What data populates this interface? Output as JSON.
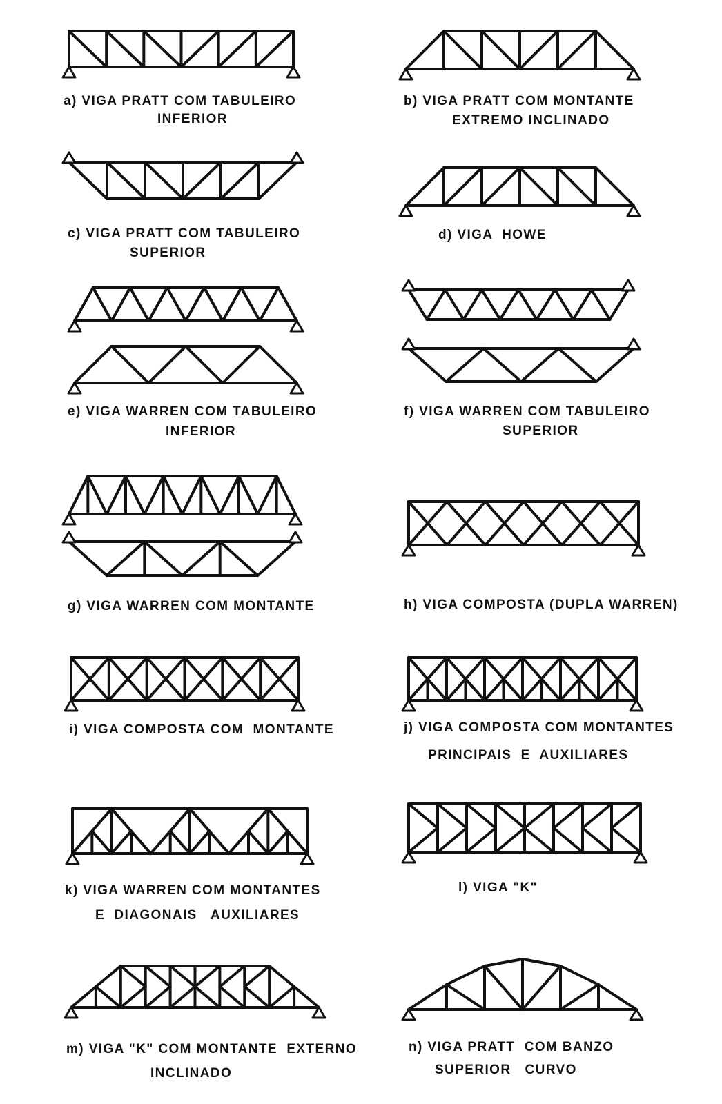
{
  "figures": [
    {
      "id": "a",
      "caption": [
        "a) VIGA PRATT COM TABULEIRO",
        "INFERIOR"
      ]
    },
    {
      "id": "b",
      "caption": [
        "b) VIGA PRATT COM MONTANTE",
        "EXTREMO INCLINADO"
      ]
    },
    {
      "id": "c",
      "caption": [
        "c) VIGA PRATT COM TABULEIRO",
        "SUPERIOR"
      ]
    },
    {
      "id": "d",
      "caption": [
        "d) VIGA  HOWE"
      ]
    },
    {
      "id": "e",
      "caption": [
        "e) VIGA WARREN COM TABULEIRO",
        "INFERIOR"
      ]
    },
    {
      "id": "f",
      "caption": [
        "f) VIGA WARREN COM TABULEIRO",
        "SUPERIOR"
      ]
    },
    {
      "id": "g",
      "caption": [
        "g) VIGA WARREN COM MONTANTE"
      ]
    },
    {
      "id": "h",
      "caption": [
        "h) VIGA COMPOSTA (DUPLA WARREN)"
      ]
    },
    {
      "id": "i",
      "caption": [
        "i) VIGA COMPOSTA COM  MONTANTE"
      ]
    },
    {
      "id": "j",
      "caption": [
        "j) VIGA COMPOSTA COM MONTANTES",
        "PRINCIPAIS  E  AUXILIARES"
      ]
    },
    {
      "id": "k",
      "caption": [
        "k) VIGA WARREN COM MONTANTES",
        "E  DIAGONAIS   AUXILIARES"
      ]
    },
    {
      "id": "l",
      "caption": [
        "l) VIGA \"K\""
      ]
    },
    {
      "id": "m",
      "caption": [
        "m) VIGA \"K\" COM MONTANTE  EXTERNO",
        "INCLINADO"
      ]
    },
    {
      "id": "n",
      "caption": [
        "n) VIGA PRATT  COM BANZO",
        "SUPERIOR   CURVO"
      ]
    }
  ]
}
